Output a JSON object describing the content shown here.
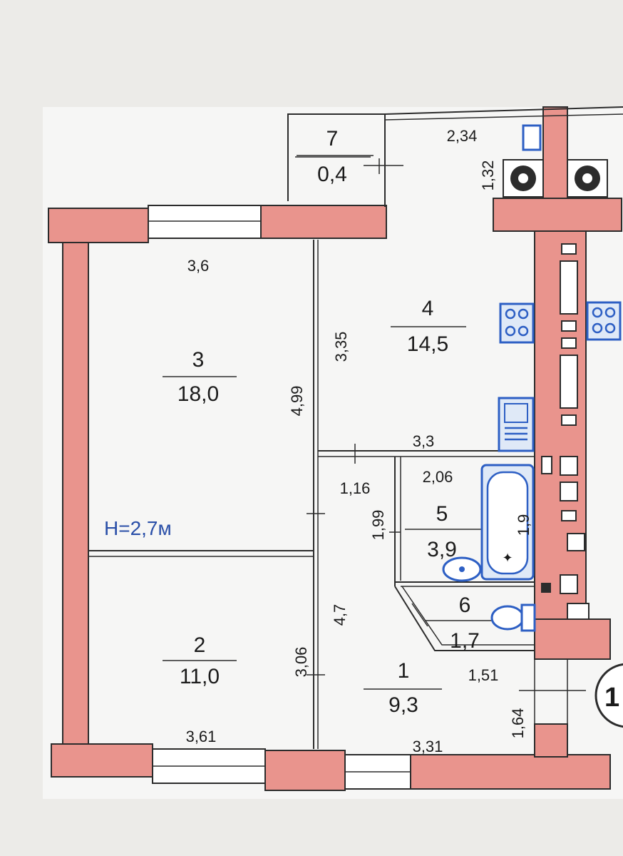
{
  "plan": {
    "height_note": "H=2,7м",
    "rooms": [
      {
        "id": "7",
        "number": "7",
        "area": "0,4"
      },
      {
        "id": "4",
        "number": "4",
        "area": "14,5"
      },
      {
        "id": "3",
        "number": "3",
        "area": "18,0"
      },
      {
        "id": "5",
        "number": "5",
        "area": "3,9"
      },
      {
        "id": "6",
        "number": "6",
        "area": "1,7"
      },
      {
        "id": "2",
        "number": "2",
        "area": "11,0"
      },
      {
        "id": "1",
        "number": "1",
        "area": "9,3"
      }
    ],
    "dimensions": {
      "balcony_width": "2,34",
      "balcony_depth": "1,32",
      "room3_width": "3,6",
      "room3_length": "4,99",
      "room4_length": "3,35",
      "room4_width": "3,3",
      "corridor_width": "1,16",
      "corridor_length": "1,99",
      "bath_width": "2,06",
      "bath_length": "1,9",
      "hall_length": "4,7",
      "room2_length": "3,06",
      "entry_width": "1,51",
      "entry_length": "1,64",
      "room2_width": "3,61",
      "room1_width": "3,31"
    },
    "entrance_marker": "1"
  }
}
